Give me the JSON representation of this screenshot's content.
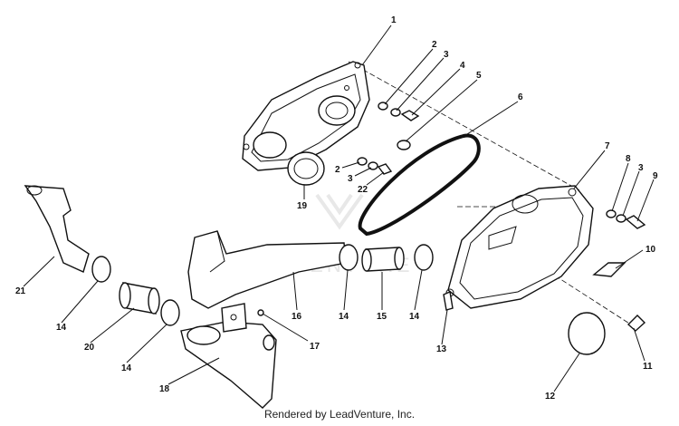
{
  "diagram": {
    "callouts": [
      "1",
      "2",
      "3",
      "4",
      "5",
      "6",
      "7",
      "8",
      "3",
      "9",
      "10",
      "11",
      "12",
      "13",
      "14",
      "15",
      "14",
      "16",
      "17",
      "18",
      "14",
      "20",
      "14",
      "21",
      "19",
      "2",
      "3",
      "22"
    ],
    "watermark": "LEADVENTURE",
    "footer": "Rendered by LeadVenture, Inc."
  }
}
